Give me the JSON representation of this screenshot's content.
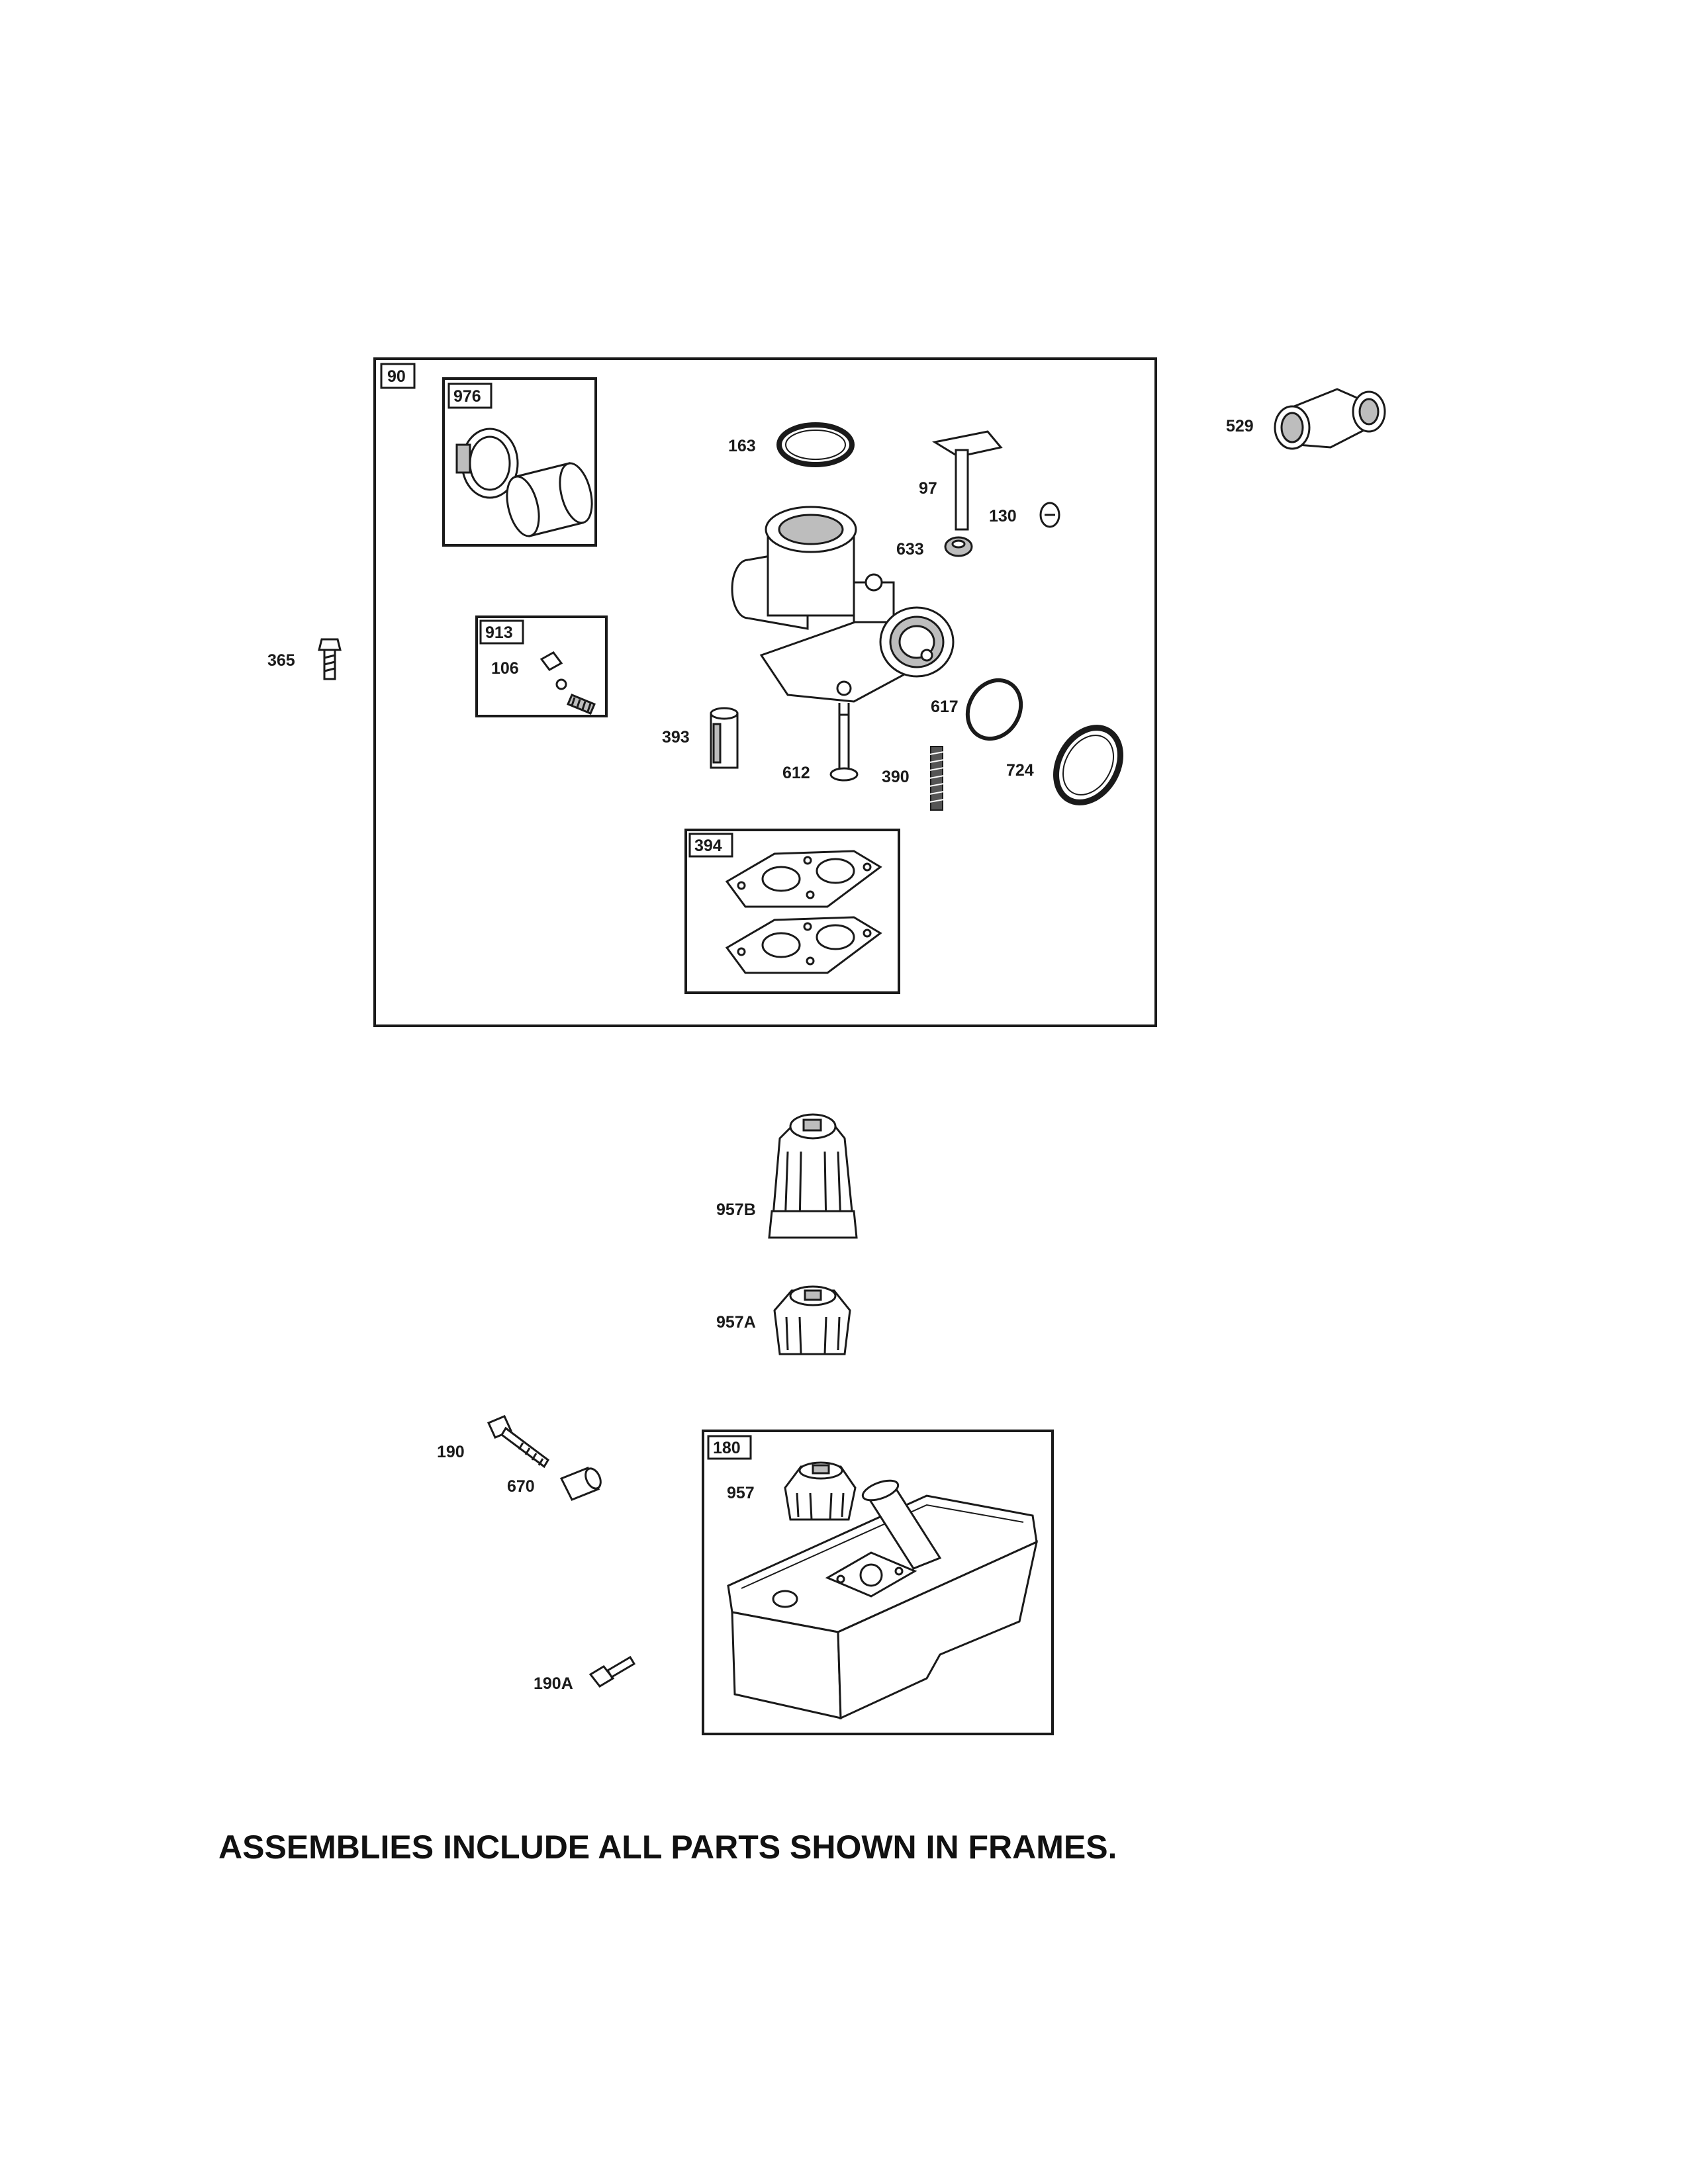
{
  "diagram": {
    "frames": {
      "f90": "90",
      "f976": "976",
      "f913": "913",
      "f394": "394",
      "f180": "180"
    },
    "parts": {
      "p163": "163",
      "p97": "97",
      "p130": "130",
      "p633": "633",
      "p529": "529",
      "p365": "365",
      "p106": "106",
      "p393": "393",
      "p617": "617",
      "p612": "612",
      "p390": "390",
      "p724": "724",
      "p957B": "957B",
      "p957A": "957A",
      "p190": "190",
      "p670": "670",
      "p957": "957",
      "p190A": "190A"
    }
  },
  "footer": {
    "note": "ASSEMBLIES INCLUDE ALL PARTS SHOWN IN FRAMES."
  }
}
